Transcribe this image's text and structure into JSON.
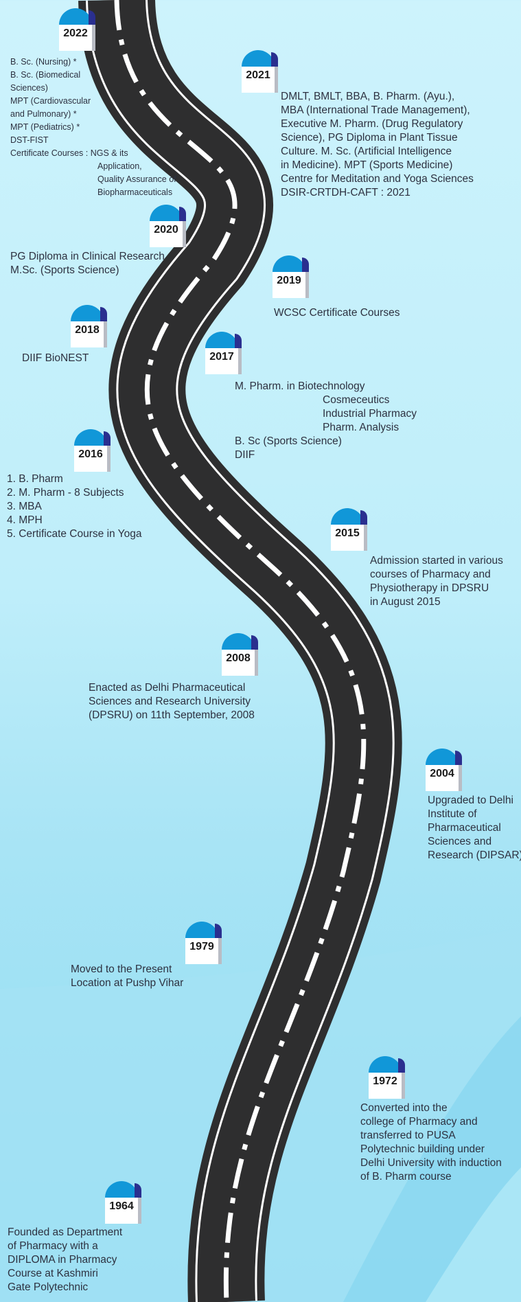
{
  "colors": {
    "road": "#2e2e2f",
    "lane": "#ffffff",
    "cap": "#1197d8",
    "cap_shadow": "#2a2f8f",
    "text": "#2d3140"
  },
  "milestones": [
    {
      "year": "2022",
      "lines": [
        "B. Sc. (Nursing) *",
        "B. Sc. (Biomedical",
        "Sciences)",
        "MPT (Cardiovascular",
        "and Pulmonary) *",
        "MPT (Pediatrics) *",
        "DST-FIST",
        "Certificate Courses : NGS & its",
        "Application,",
        "Quality Assurance of",
        "Biopharmaceuticals"
      ]
    },
    {
      "year": "2021",
      "lines": [
        "DMLT, BMLT, BBA, B. Pharm. (Ayu.),",
        "MBA (International Trade Management),",
        "Executive M. Pharm. (Drug Regulatory",
        "Science), PG Diploma in Plant Tissue",
        "Culture. M. Sc. (Artificial Intelligence",
        "in Medicine). MPT (Sports Medicine)",
        "Centre for Meditation and Yoga Sciences",
        "DSIR-CRTDH-CAFT : 2021"
      ]
    },
    {
      "year": "2020",
      "lines": [
        "PG Diploma in Clinical Research",
        "M.Sc. (Sports Science)"
      ]
    },
    {
      "year": "2019",
      "lines": [
        "WCSC Certificate Courses"
      ]
    },
    {
      "year": "2018",
      "lines": [
        "DIIF BioNEST"
      ]
    },
    {
      "year": "2017",
      "lines": [
        "M. Pharm. in Biotechnology",
        "Cosmeceutics",
        "Industrial Pharmacy",
        "Pharm. Analysis",
        "B. Sc (Sports Science)",
        "DIIF"
      ]
    },
    {
      "year": "2016",
      "lines": [
        "1. B. Pharm",
        "2. M. Pharm - 8 Subjects",
        "3. MBA",
        "4. MPH",
        "5. Certificate Course in Yoga"
      ]
    },
    {
      "year": "2015",
      "lines": [
        "Admission started in various",
        "courses of Pharmacy and",
        "Physiotherapy in DPSRU",
        "in August 2015"
      ]
    },
    {
      "year": "2008",
      "lines": [
        "Enacted as Delhi Pharmaceutical",
        "Sciences and Research University",
        "(DPSRU) on 11th September, 2008"
      ]
    },
    {
      "year": "2004",
      "lines": [
        "Upgraded to Delhi",
        "Institute of",
        "Pharmaceutical",
        "Sciences and",
        "Research (DIPSAR)"
      ]
    },
    {
      "year": "1979",
      "lines": [
        "Moved to the Present",
        "Location at Pushp Vihar"
      ]
    },
    {
      "year": "1972",
      "lines": [
        "Converted into the",
        "college of Pharmacy and",
        "transferred to PUSA",
        "Polytechnic building under",
        "Delhi University with induction",
        "of B. Pharm course"
      ]
    },
    {
      "year": "1964",
      "lines": [
        "Founded as Department",
        "of Pharmacy with a",
        "DIPLOMA in Pharmacy",
        "Course at Kashmiri",
        "Gate Polytechnic"
      ]
    }
  ]
}
